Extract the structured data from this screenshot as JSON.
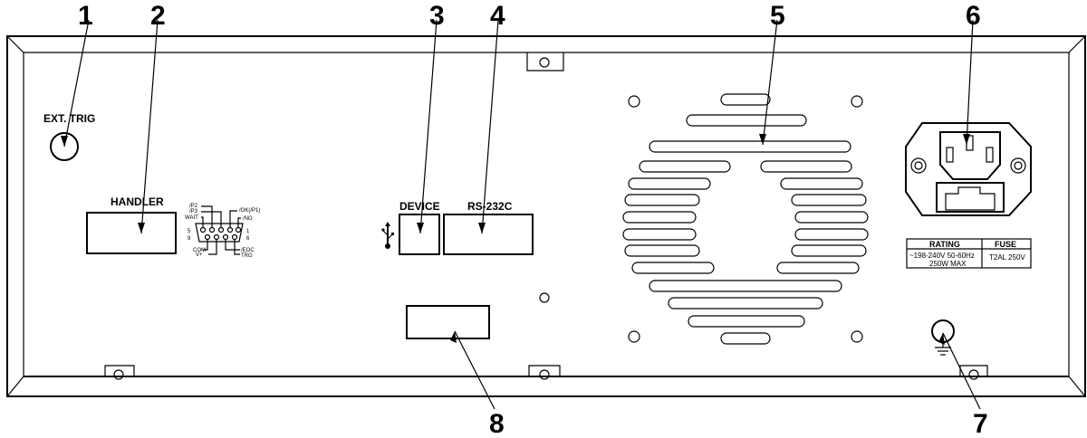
{
  "callouts": [
    "1",
    "2",
    "3",
    "4",
    "5",
    "6",
    "7",
    "8"
  ],
  "labels": {
    "ext_trig": "EXT. TRIG",
    "handler": "HANDLER",
    "device": "DEVICE",
    "rs232c": "RS-232C"
  },
  "handler_pins": {
    "p2": "/P2",
    "p3": "/P3",
    "wait": "WAIT",
    "n5": "5",
    "n9": "9",
    "com": "COM",
    "vplus": "V+",
    "ok_p1": "/OK(/P1)",
    "ng": "/NG",
    "n1": "1",
    "n6": "6",
    "eoc": "/EOC",
    "trg": "TRG"
  },
  "rating_table": {
    "rating_header": "RATING",
    "fuse_header": "FUSE",
    "rating_line1": "~198-240V 50-60Hz",
    "rating_line2": "250W MAX",
    "fuse_value": "T2AL 250V"
  }
}
